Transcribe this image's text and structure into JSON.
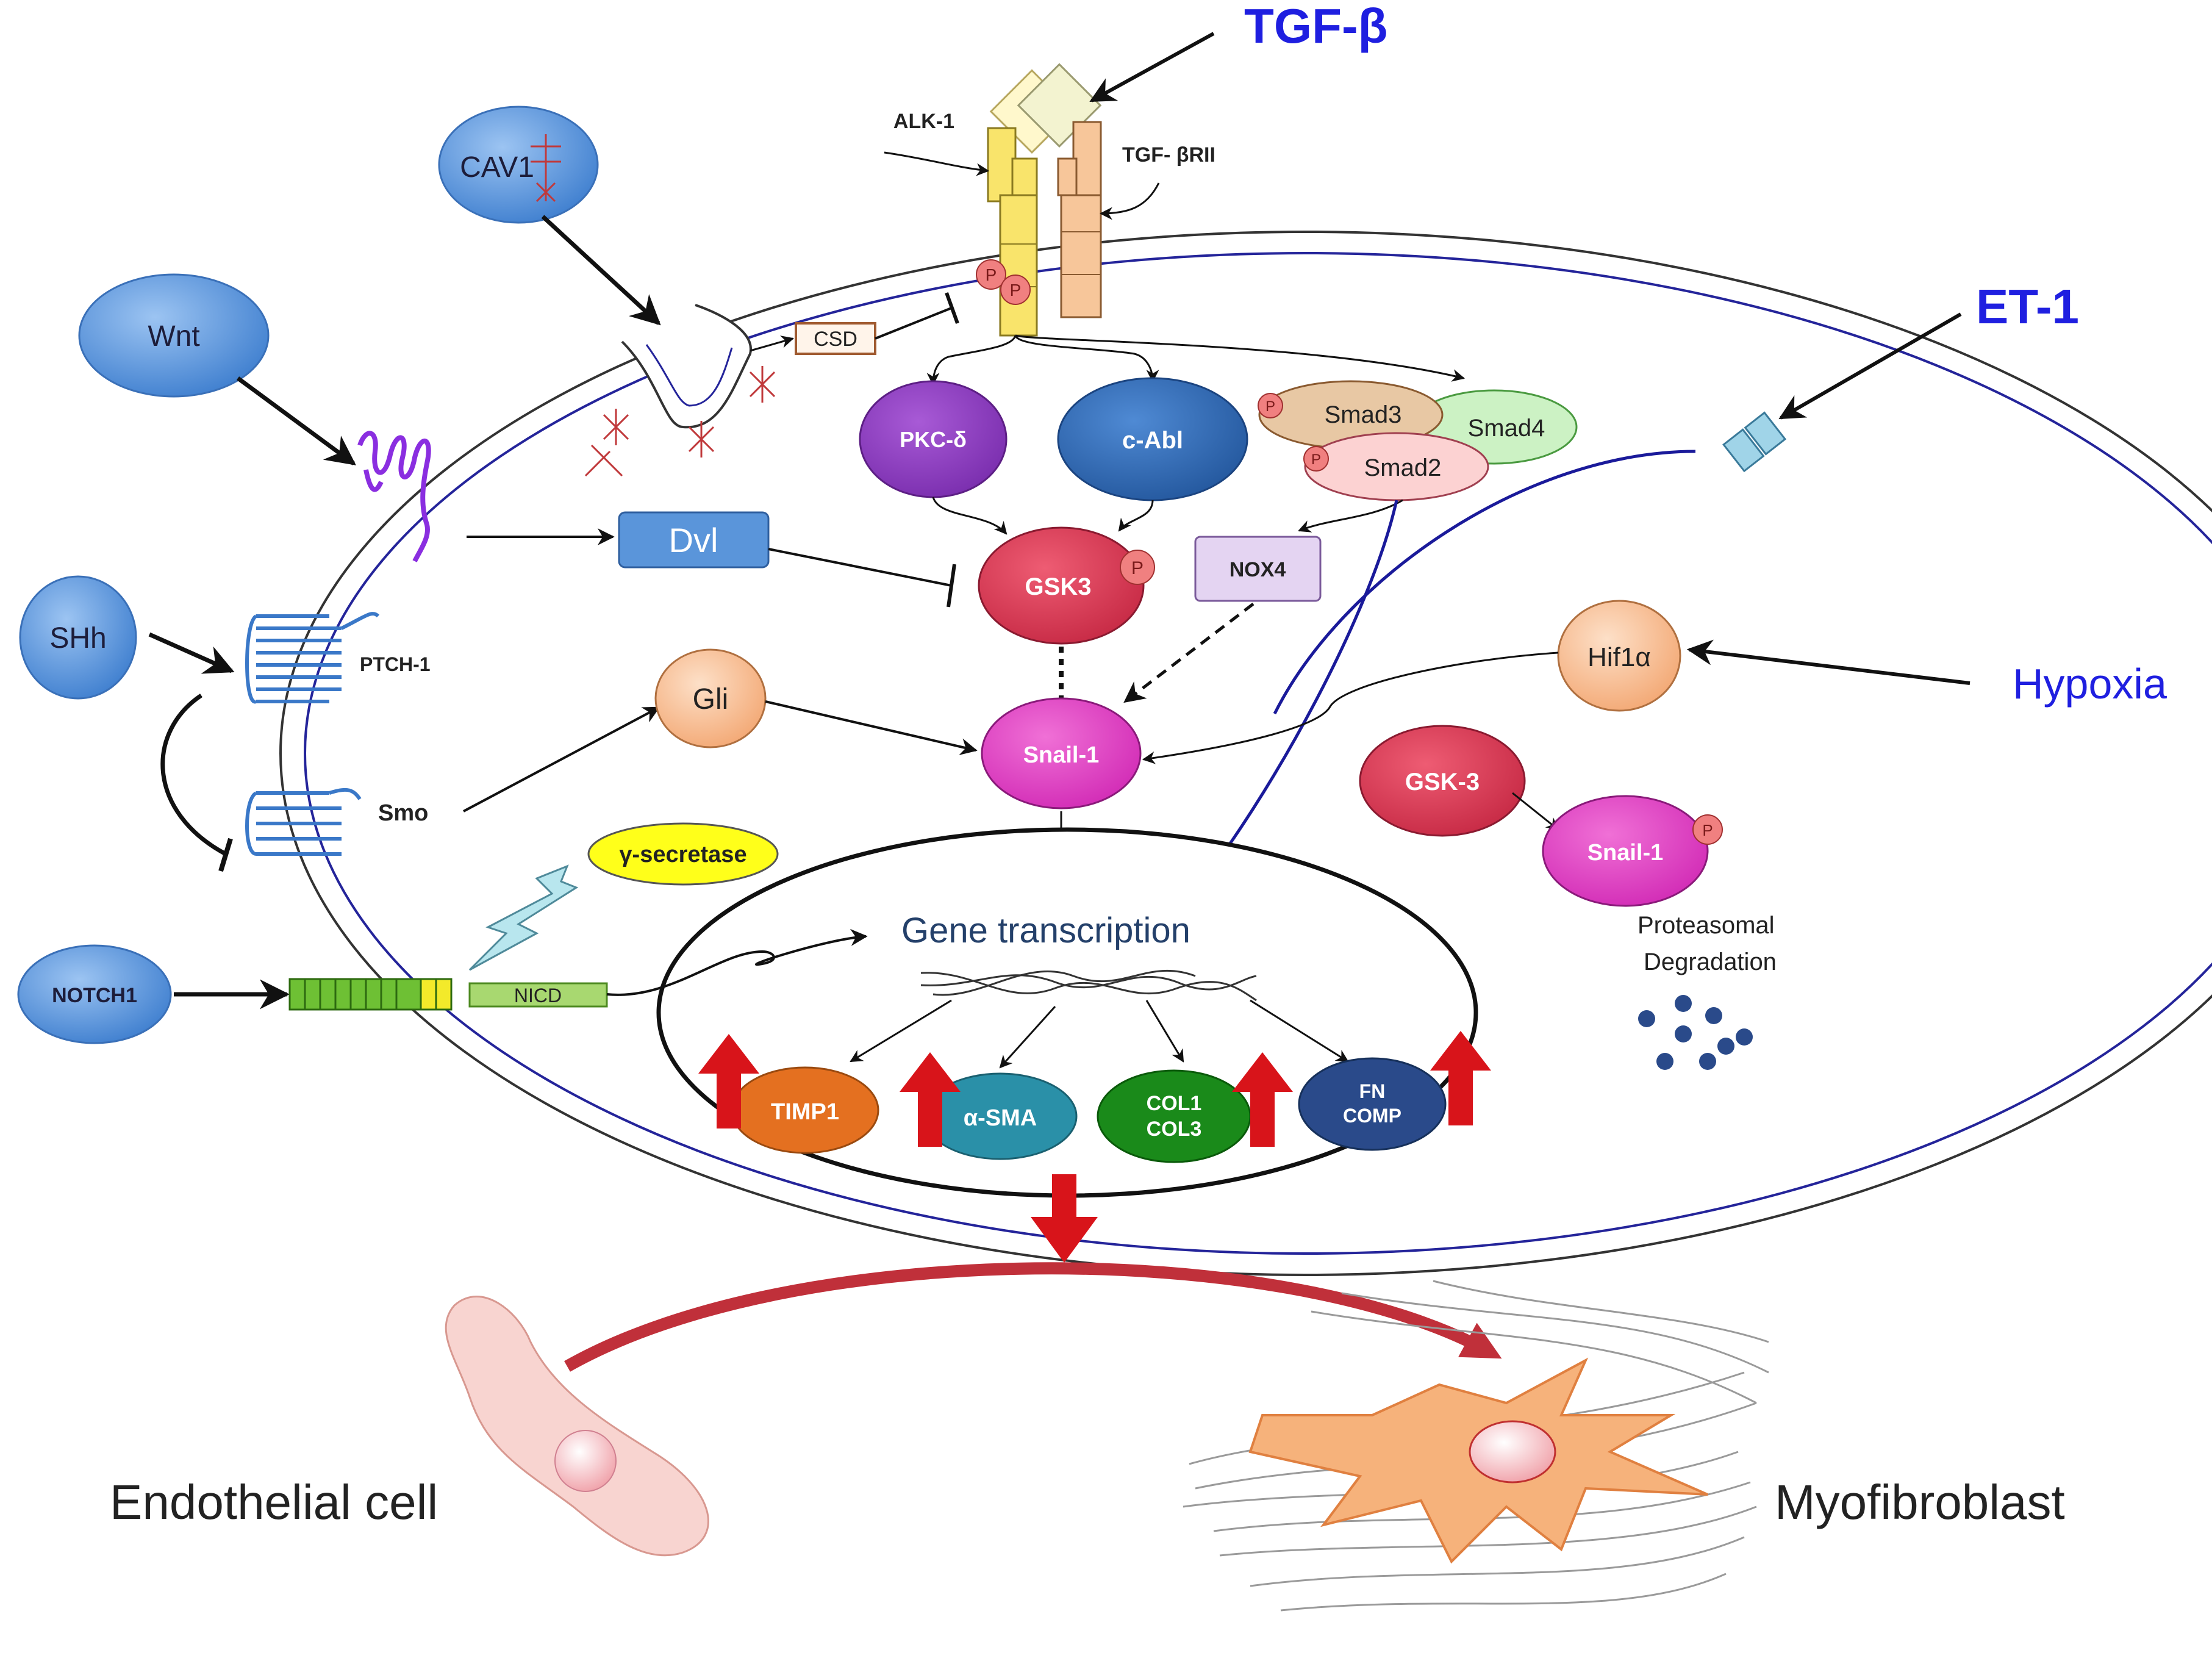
{
  "external_signals": {
    "tgf_beta": "TGF-β",
    "et1": "ET-1",
    "hypoxia": "Hypoxia"
  },
  "receptors": {
    "alk1": "ALK-1",
    "tgf_beta_rii": "TGF- βRII",
    "phospho": "P",
    "csd": "CSD",
    "ptch1": "PTCH-1",
    "smo": "Smo",
    "nicd": "NICD"
  },
  "ligands": {
    "cav1": "CAV1",
    "wnt": "Wnt",
    "shh": "SHh",
    "notch1": "NOTCH1"
  },
  "nodes": {
    "pkc_delta": "PKC-δ",
    "c_abl": "c-Abl",
    "smad3": "Smad3",
    "smad4": "Smad4",
    "smad2": "Smad2",
    "dvl": "Dvl",
    "gsk3": "GSK3",
    "nox4": "NOX4",
    "hif1a": "Hif1α",
    "gli": "Gli",
    "snail1": "Snail-1",
    "gsk3_b": "GSK-3",
    "snail1_b": "Snail-1",
    "gamma_secretase": "γ-secretase",
    "proteasomal_1": "Proteasomal",
    "proteasomal_2": "Degradation"
  },
  "nucleus": {
    "title": "Gene transcription",
    "genes": {
      "timp1": "TIMP1",
      "asma": "α-SMA",
      "col1": "COL1",
      "col3": "COL3",
      "fn": "FN",
      "comp": "COMP"
    }
  },
  "cells": {
    "endothelial": "Endothelial cell",
    "myofibroblast": "Myofibroblast"
  },
  "colors": {
    "ligand_blue": "#4a86d0",
    "signal_blue": "#1f1fe0",
    "pkc": "#8e3dc0",
    "gsk": "#d63a55",
    "snail": "#e040c0",
    "gli": "#f7b98a",
    "up_arrow": "#d8141a",
    "cell_orange": "#f6b27b"
  }
}
